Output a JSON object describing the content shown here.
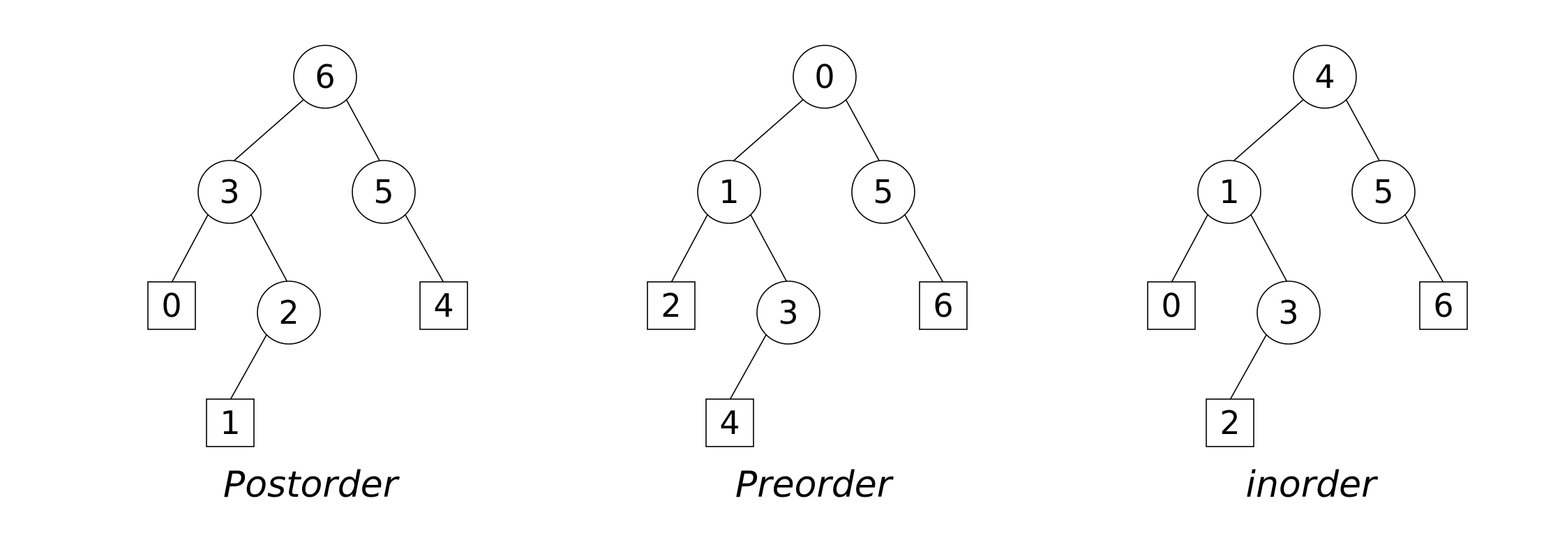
{
  "diagrams": [
    {
      "caption": "Postorder",
      "nodes": [
        {
          "id": "root",
          "label": "6",
          "shape": "circle"
        },
        {
          "id": "left",
          "label": "3",
          "shape": "circle"
        },
        {
          "id": "right",
          "label": "5",
          "shape": "circle"
        },
        {
          "id": "left-left",
          "label": "0",
          "shape": "square"
        },
        {
          "id": "left-right",
          "label": "2",
          "shape": "circle"
        },
        {
          "id": "left-right-left",
          "label": "1",
          "shape": "square"
        },
        {
          "id": "right-right",
          "label": "4",
          "shape": "square"
        }
      ]
    },
    {
      "caption": "Preorder",
      "nodes": [
        {
          "id": "root",
          "label": "0",
          "shape": "circle"
        },
        {
          "id": "left",
          "label": "1",
          "shape": "circle"
        },
        {
          "id": "right",
          "label": "5",
          "shape": "circle"
        },
        {
          "id": "left-left",
          "label": "2",
          "shape": "square"
        },
        {
          "id": "left-right",
          "label": "3",
          "shape": "circle"
        },
        {
          "id": "left-right-left",
          "label": "4",
          "shape": "square"
        },
        {
          "id": "right-right",
          "label": "6",
          "shape": "square"
        }
      ]
    },
    {
      "caption": "inorder",
      "nodes": [
        {
          "id": "root",
          "label": "4",
          "shape": "circle"
        },
        {
          "id": "left",
          "label": "1",
          "shape": "circle"
        },
        {
          "id": "right",
          "label": "5",
          "shape": "circle"
        },
        {
          "id": "left-left",
          "label": "0",
          "shape": "square"
        },
        {
          "id": "left-right",
          "label": "3",
          "shape": "circle"
        },
        {
          "id": "left-right-left",
          "label": "2",
          "shape": "square"
        },
        {
          "id": "right-right",
          "label": "6",
          "shape": "square"
        }
      ]
    }
  ]
}
